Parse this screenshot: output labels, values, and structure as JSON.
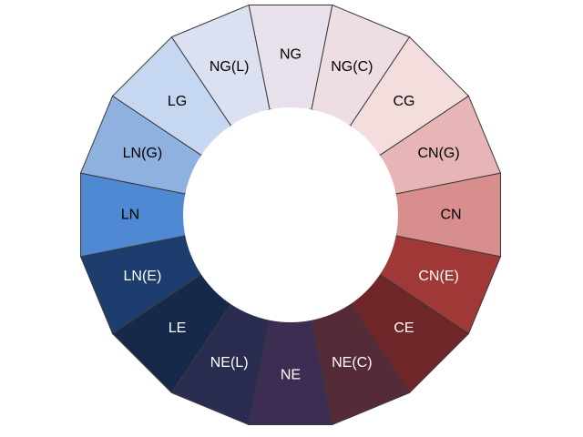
{
  "wheel": {
    "segments": [
      {
        "label": "NG",
        "color": "#E8E1EC",
        "text_color": "#000000"
      },
      {
        "label": "NG(C)",
        "color": "#EEDDE3",
        "text_color": "#000000"
      },
      {
        "label": "CG",
        "color": "#F3DDDD",
        "text_color": "#000000"
      },
      {
        "label": "CN(G)",
        "color": "#E7B5B6",
        "text_color": "#000000"
      },
      {
        "label": "CN",
        "color": "#D88E8D",
        "text_color": "#000000"
      },
      {
        "label": "CN(E)",
        "color": "#A03838",
        "text_color": "#ffffff"
      },
      {
        "label": "CE",
        "color": "#6E2628",
        "text_color": "#ffffff"
      },
      {
        "label": "NE(C)",
        "color": "#562B38",
        "text_color": "#ffffff"
      },
      {
        "label": "NE",
        "color": "#3E2D53",
        "text_color": "#ffffff"
      },
      {
        "label": "NE(L)",
        "color": "#2A2C50",
        "text_color": "#ffffff"
      },
      {
        "label": "LE",
        "color": "#17294A",
        "text_color": "#ffffff"
      },
      {
        "label": "LN(E)",
        "color": "#1D3D6E",
        "text_color": "#ffffff"
      },
      {
        "label": "LN",
        "color": "#4F88D3",
        "text_color": "#000000"
      },
      {
        "label": "LN(G)",
        "color": "#8FB1E0",
        "text_color": "#000000"
      },
      {
        "label": "LG",
        "color": "#C6D7F1",
        "text_color": "#000000"
      },
      {
        "label": "NG(L)",
        "color": "#DCE1F2",
        "text_color": "#000000"
      }
    ],
    "stroke_color": "#3a3a3a"
  }
}
